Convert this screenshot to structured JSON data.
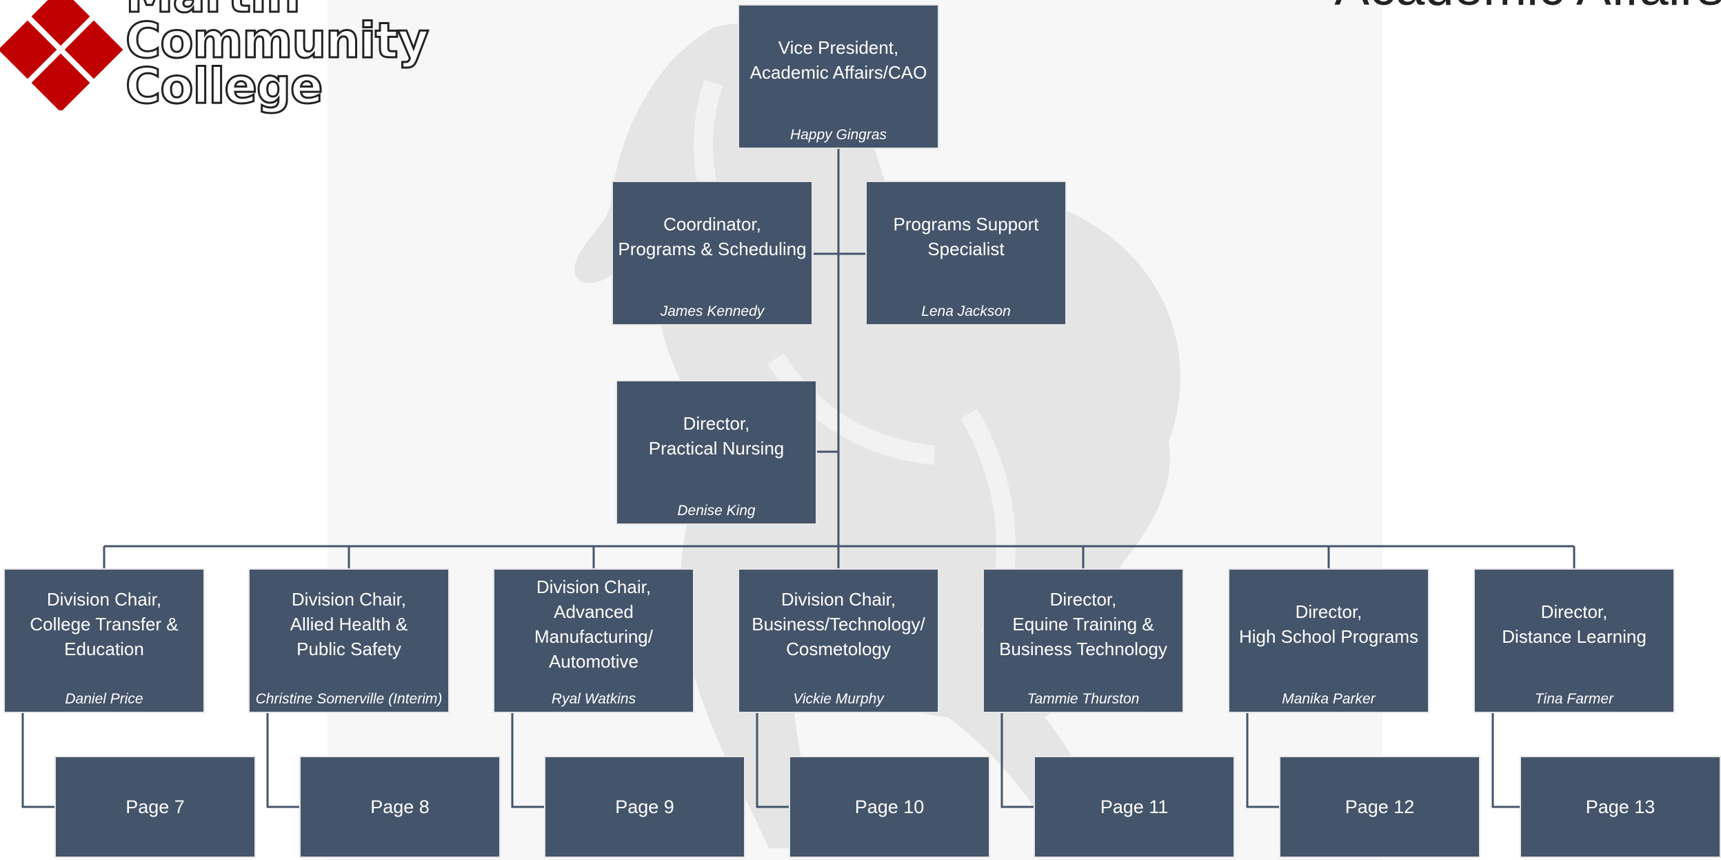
{
  "header": {
    "title": "Academic Affairs"
  },
  "logo": {
    "text": "Martin\nCommunity\nCollege",
    "brand_color": "#c00000"
  },
  "colors": {
    "box": "#44546a",
    "box_border": "#e6e6e6",
    "line": "#44546a",
    "text": "#ffffff"
  },
  "nodes": {
    "vp": {
      "title": "Vice President,\nAcademic Affairs/CAO",
      "person": "Happy Gingras"
    },
    "coordinator": {
      "title": "Coordinator,\nPrograms & Scheduling",
      "person": "James Kennedy"
    },
    "support": {
      "title": "Programs Support\nSpecialist",
      "person": "Lena Jackson"
    },
    "nursing": {
      "title": "Director,\nPractical Nursing",
      "person": "Denise King"
    },
    "chairs": [
      {
        "title": "Division Chair,\nCollege Transfer &\nEducation",
        "person": "Daniel Price",
        "page": "Page 7"
      },
      {
        "title": "Division Chair,\nAllied Health &\nPublic Safety",
        "person": "Christine Somerville (Interim)",
        "page": "Page 8"
      },
      {
        "title": "Division Chair,\nAdvanced\nManufacturing/\nAutomotive",
        "person": "Ryal Watkins",
        "page": "Page 9"
      },
      {
        "title": "Division Chair,\nBusiness/Technology/\nCosmetology",
        "person": "Vickie Murphy",
        "page": "Page 10"
      },
      {
        "title": "Director,\nEquine Training &\nBusiness Technology",
        "person": "Tammie Thurston",
        "page": "Page 11"
      },
      {
        "title": "Director,\nHigh School Programs",
        "person": "Manika Parker",
        "page": "Page 12"
      },
      {
        "title": "Director,\nDistance Learning",
        "person": "Tina Farmer",
        "page": "Page 13"
      }
    ]
  }
}
